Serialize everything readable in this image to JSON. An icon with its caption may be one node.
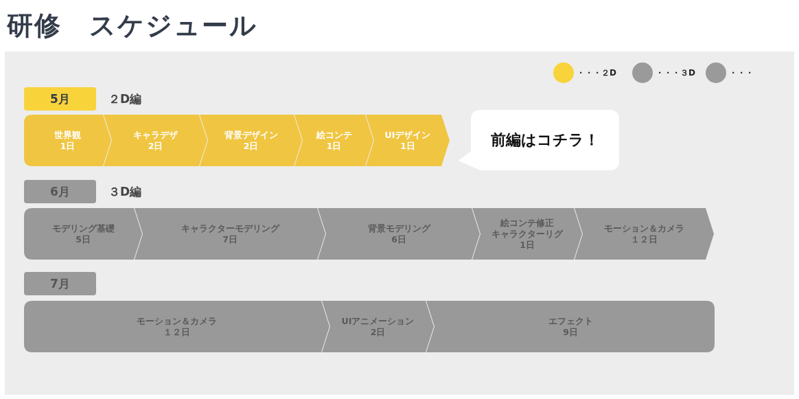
{
  "diagram": {
    "title": "研修　スケジュール",
    "nodes": [
      {
        "text": [
          "5月"
        ],
        "beside": [
          "２D編"
        ]
      },
      {
        "text": [
          "世界観",
          "1日"
        ]
      },
      {
        "text": [
          "キャラデザ",
          "2日"
        ]
      },
      {
        "text": [
          "背景デザイン",
          "2日"
        ]
      },
      {
        "text": [
          "絵コンテ",
          "1日"
        ]
      },
      {
        "text": [
          "UIデザイン",
          "1日"
        ]
      },
      {
        "text": [
          "前編はコチラ！"
        ]
      },
      {
        "text": [
          "6月"
        ],
        "beside": [
          "３D編"
        ]
      },
      {
        "text": [
          "モデリング基礎",
          "5日"
        ]
      },
      {
        "text": [
          "キャラクターモデリング",
          "7日"
        ]
      },
      {
        "text": [
          "背景モデリング",
          "6日"
        ]
      },
      {
        "text": [
          "絵コンテ修正",
          "キャラクターリグ",
          "1日"
        ]
      },
      {
        "text": [
          "モーション＆カメラ",
          "１２日"
        ]
      },
      {
        "text": [
          "7月"
        ]
      },
      {
        "text": [
          "モーション＆カメラ",
          "１２日"
        ]
      },
      {
        "text": [
          "UIアニメーション",
          "2日"
        ]
      },
      {
        "text": [
          "エフェクト",
          "9日"
        ]
      }
    ],
    "legend": [
      {
        "text": "・・・２D",
        "color": "#f9d33a"
      },
      {
        "text": "・・・３D",
        "color": "#9a9a9a"
      },
      {
        "text": "・・・",
        "color": "#9a9a9a"
      }
    ]
  }
}
